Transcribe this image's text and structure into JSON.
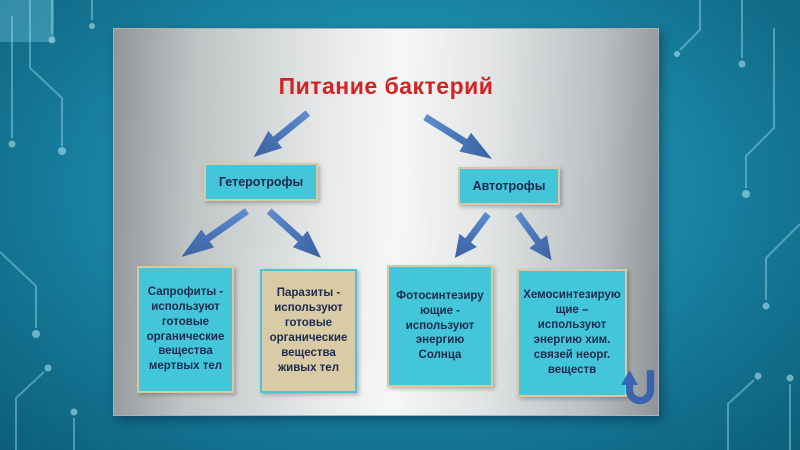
{
  "slide": {
    "title": "Питание бактерий"
  },
  "diagram": {
    "level1": [
      {
        "label": "Гетеротрофы"
      },
      {
        "label": "Автотрофы"
      }
    ],
    "level2": [
      {
        "text": "Сапрофиты - используют готовые органические вещества мертвых тел"
      },
      {
        "text": "Паразиты - используют готовые органические вещества живых тел"
      },
      {
        "text": "Фотосинтезирующие - используют энергию Солнца"
      },
      {
        "text": "Хемосинтезирующие – используют энергию хим. связей неорг. веществ"
      }
    ]
  },
  "icons": [
    {
      "name": "return-arrow-icon"
    }
  ],
  "colors": {
    "title_red": "#d62222",
    "node_cyan": "#44c6da",
    "node_tan": "#d9cba6",
    "border_tan": "#d8c9a0",
    "border_cyan": "#4cc3d6",
    "arrow_blue": "#4a77ba",
    "background_teal": "#1d8dad",
    "panel_gray": "#e9ebeb",
    "text_navy": "#1c2b4d"
  }
}
